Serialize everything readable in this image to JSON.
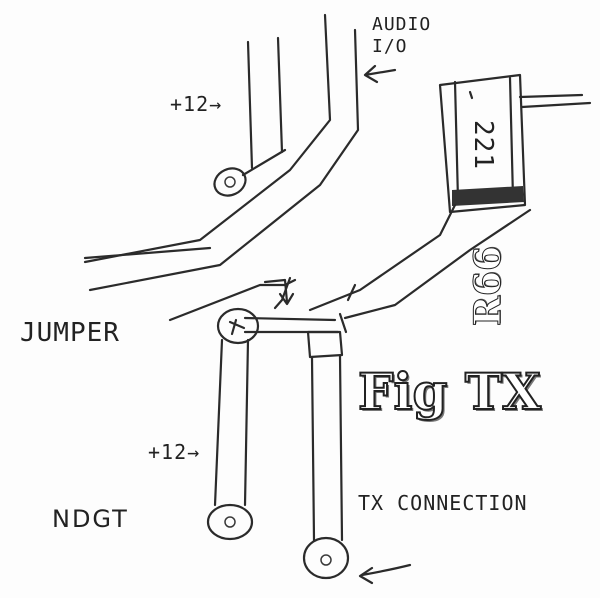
{
  "labels": {
    "audio_io": "AUDIO I/O",
    "plus12_top": "+12→",
    "plus12_bottom": "+12→",
    "jumper": "JUMPER",
    "ndgt": "NDGT",
    "tx_connection": "TX CONNECTION",
    "resistor_value": "221",
    "r66": "R66",
    "fig_title": "Fig TX"
  }
}
